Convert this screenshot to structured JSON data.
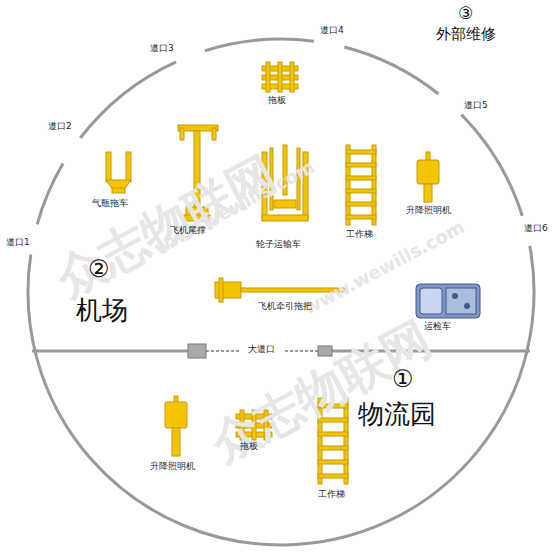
{
  "diagram": {
    "labels": [
      "道口1",
      "道口2",
      "道口3",
      "道口4",
      "道口5",
      "道口6",
      "③",
      "外部维修",
      "拖板",
      "气瓶拖车",
      "飞机尾撑",
      "轮子运输车",
      "工作梯",
      "升降照明机",
      "②",
      "机场",
      "飞机牵引拖把",
      "运检车",
      "大道口",
      "①",
      "物流园",
      "升降照明机",
      "拖板",
      "工作梯",
      "众志物联网",
      "www.wewills.com",
      "众志物联网",
      "www.wewills.com"
    ]
  }
}
